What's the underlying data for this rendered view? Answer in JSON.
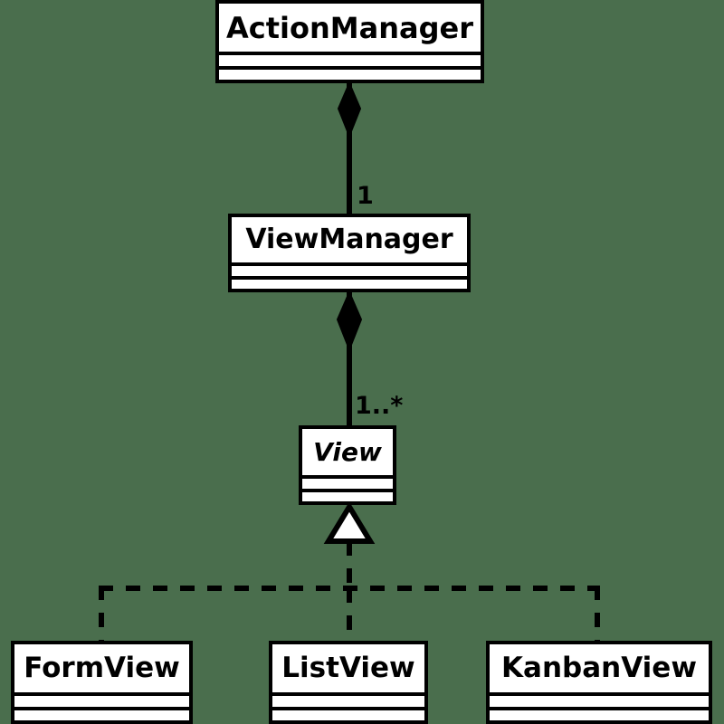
{
  "diagram": {
    "type": "uml-class-diagram",
    "background_color": "#4a6e4d",
    "line_color": "#000000",
    "class_fill_color": "#ffffff",
    "classes": [
      {
        "id": "action-manager",
        "name": "ActionManager",
        "abstract": false,
        "attributes": [],
        "operations": []
      },
      {
        "id": "view-manager",
        "name": "ViewManager",
        "abstract": false,
        "attributes": [],
        "operations": []
      },
      {
        "id": "view",
        "name": "View",
        "abstract": true,
        "attributes": [],
        "operations": []
      },
      {
        "id": "form-view",
        "name": "FormView",
        "abstract": false,
        "attributes": [],
        "operations": []
      },
      {
        "id": "list-view",
        "name": "ListView",
        "abstract": false,
        "attributes": [],
        "operations": []
      },
      {
        "id": "kanban-view",
        "name": "KanbanView",
        "abstract": false,
        "attributes": [],
        "operations": []
      }
    ],
    "relationships": [
      {
        "id": "actionmanager-viewmanager",
        "kind": "composition",
        "from": "ActionManager",
        "to": "ViewManager",
        "multiplicity": "1"
      },
      {
        "id": "viewmanager-view",
        "kind": "composition",
        "from": "ViewManager",
        "to": "View",
        "multiplicity": "1..*"
      },
      {
        "id": "formview-view",
        "kind": "realization",
        "from": "FormView",
        "to": "View",
        "multiplicity": ""
      },
      {
        "id": "listview-view",
        "kind": "realization",
        "from": "ListView",
        "to": "View",
        "multiplicity": ""
      },
      {
        "id": "kanbanview-view",
        "kind": "realization",
        "from": "KanbanView",
        "to": "View",
        "multiplicity": ""
      }
    ],
    "labels": {
      "mult_one": "1",
      "mult_one_or_more": "1..*"
    }
  }
}
